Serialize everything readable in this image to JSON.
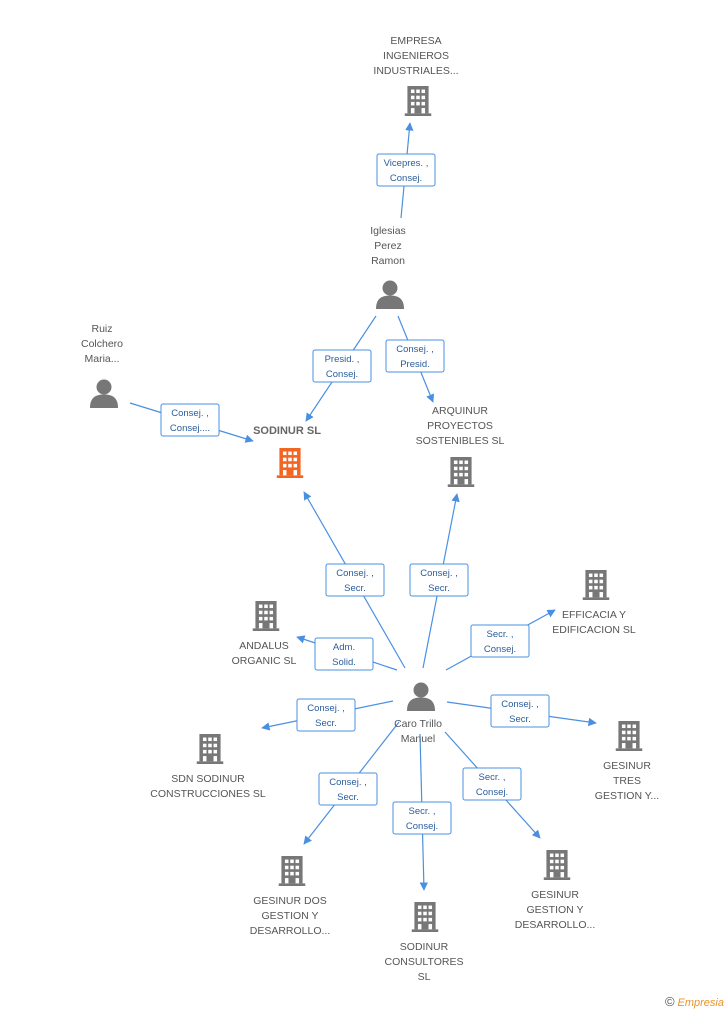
{
  "colors": {
    "edge": "#4a90e2",
    "node": "#777777",
    "focus": "#f26522"
  },
  "nodes": [
    {
      "id": "sodinur",
      "type": "company",
      "focus": true,
      "label": [
        "SODINUR SL"
      ]
    },
    {
      "id": "empresa",
      "type": "company",
      "label": [
        "EMPRESA",
        "INGENIEROS",
        "INDUSTRIALES..."
      ]
    },
    {
      "id": "iglesias",
      "type": "person",
      "label": [
        "Iglesias",
        "Perez",
        "Ramon"
      ]
    },
    {
      "id": "ruiz",
      "type": "person",
      "label": [
        "Ruiz",
        "Colchero",
        "Maria..."
      ]
    },
    {
      "id": "arquinur",
      "type": "company",
      "label": [
        "ARQUINUR",
        "PROYECTOS",
        "SOSTENIBLES SL"
      ]
    },
    {
      "id": "caro",
      "type": "person",
      "label": [
        "Caro Trillo",
        "Manuel"
      ]
    },
    {
      "id": "efficacia",
      "type": "company",
      "label": [
        "EFFICACIA Y",
        "EDIFICACION SL"
      ]
    },
    {
      "id": "andalus",
      "type": "company",
      "label": [
        "ANDALUS",
        "ORGANIC  SL"
      ]
    },
    {
      "id": "sdn",
      "type": "company",
      "label": [
        "SDN SODINUR",
        "CONSTRUCCIONES SL"
      ]
    },
    {
      "id": "gesinurtres",
      "type": "company",
      "label": [
        "GESINUR",
        "TRES",
        "GESTION Y..."
      ]
    },
    {
      "id": "gesinurdos",
      "type": "company",
      "label": [
        "GESINUR DOS",
        "GESTION Y",
        "DESARROLLO..."
      ]
    },
    {
      "id": "gesinur",
      "type": "company",
      "label": [
        "GESINUR",
        "GESTION Y",
        "DESARROLLO..."
      ]
    },
    {
      "id": "consultores",
      "type": "company",
      "label": [
        "SODINUR",
        "CONSULTORES",
        "SL"
      ]
    }
  ],
  "edges": [
    {
      "id": "e1",
      "from": "iglesias",
      "to": "empresa",
      "label": [
        "Vicepres. ,",
        "Consej."
      ]
    },
    {
      "id": "e2",
      "from": "iglesias",
      "to": "sodinur",
      "label": [
        "Presid. ,",
        "Consej."
      ]
    },
    {
      "id": "e3",
      "from": "iglesias",
      "to": "arquinur",
      "label": [
        "Consej. ,",
        "Presid."
      ]
    },
    {
      "id": "e4",
      "from": "ruiz",
      "to": "sodinur",
      "label": [
        "Consej. ,",
        "Consej...."
      ]
    },
    {
      "id": "e5",
      "from": "caro",
      "to": "sodinur",
      "label": [
        "Consej. ,",
        "Secr."
      ]
    },
    {
      "id": "e6",
      "from": "caro",
      "to": "arquinur",
      "label": [
        "Consej. ,",
        "Secr."
      ]
    },
    {
      "id": "e7",
      "from": "caro",
      "to": "efficacia",
      "label": [
        "Secr. ,",
        "Consej."
      ]
    },
    {
      "id": "e8",
      "from": "caro",
      "to": "andalus",
      "label": [
        "Adm.",
        "Solid."
      ]
    },
    {
      "id": "e9",
      "from": "caro",
      "to": "sdn",
      "label": [
        "Consej. ,",
        "Secr."
      ]
    },
    {
      "id": "e10",
      "from": "caro",
      "to": "gesinurtres",
      "label": [
        "Consej. ,",
        "Secr."
      ]
    },
    {
      "id": "e11",
      "from": "caro",
      "to": "gesinurdos",
      "label": [
        "Consej. ,",
        "Secr."
      ]
    },
    {
      "id": "e12",
      "from": "caro",
      "to": "consultores",
      "label": [
        "Secr. ,",
        "Consej."
      ]
    },
    {
      "id": "e13",
      "from": "caro",
      "to": "gesinur",
      "label": [
        "Secr. ,",
        "Consej."
      ]
    }
  ],
  "footer": {
    "copyright": "©",
    "brand": "Empresia"
  }
}
